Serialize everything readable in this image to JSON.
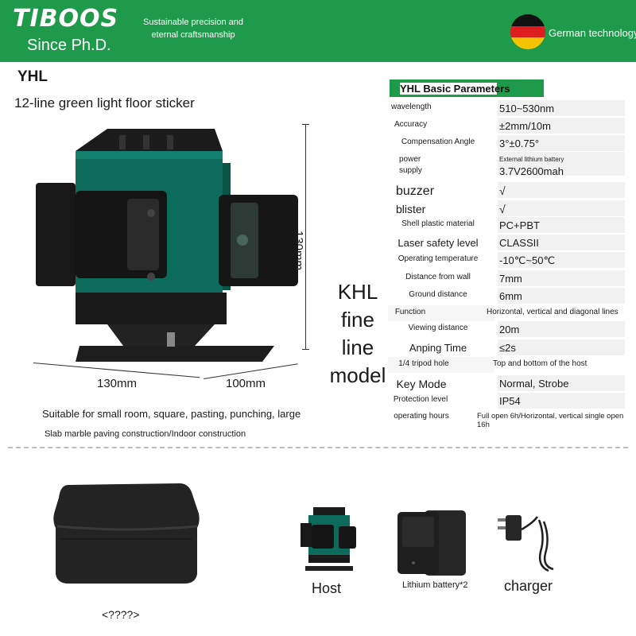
{
  "header": {
    "logo": "TIBOOS",
    "since": "Since Ph.D.",
    "slogan": "Sustainable precision and eternal craftsmanship",
    "german": "German technology"
  },
  "product": {
    "brand": "YHL",
    "subtitle": "12-line green light floor sticker",
    "dim_height": "130mm",
    "dim_width": "130mm",
    "dim_depth": "100mm",
    "model_lines": [
      "KHL",
      "fine",
      "line",
      "model"
    ],
    "suitable": "Suitable for small room, square, pasting, punching, large",
    "slab": "Slab marble paving construction/Indoor construction"
  },
  "params": {
    "title": "YHL Basic Parameters",
    "rows": [
      {
        "label": "wavelength",
        "value": "510~530nm"
      },
      {
        "label": "Accuracy",
        "value": "±2mm/10m"
      },
      {
        "label": "Compensation Angle",
        "value": "3°±0.75°"
      },
      {
        "label": "power supply",
        "value": "3.7V2600mah",
        "note": "External lithium battery"
      },
      {
        "label": "buzzer",
        "value": "√"
      },
      {
        "label": "blister",
        "value": "√"
      },
      {
        "label": "Shell plastic material",
        "value": "PC+PBT"
      },
      {
        "label": "Laser safety level",
        "value": "CLASSII"
      },
      {
        "label": "Operating temperature",
        "value": "-10℃~50℃"
      },
      {
        "label": "Distance from wall",
        "value": "7mm"
      },
      {
        "label": "Ground distance",
        "value": "6mm"
      },
      {
        "label": "Function",
        "value": "Horizontal, vertical and diagonal lines"
      },
      {
        "label": "Viewing distance",
        "value": "20m"
      },
      {
        "label": "Anping Time",
        "value": "≤2s"
      },
      {
        "label": "1/4 tripod hole",
        "value": "Top and bottom of the host"
      },
      {
        "label": "Key Mode",
        "value": "Normal, Strobe"
      },
      {
        "label": "Protection level",
        "value": "IP54"
      },
      {
        "label": "operating hours",
        "value": "Full open 6h/Horizontal, vertical single open 16h"
      }
    ]
  },
  "accessories": {
    "bag": "<????>",
    "host": "Host",
    "battery": "Lithium battery*2",
    "charger": "charger"
  },
  "colors": {
    "brand_green": "#1f9a4a",
    "device_teal": "#0d6b5c"
  }
}
